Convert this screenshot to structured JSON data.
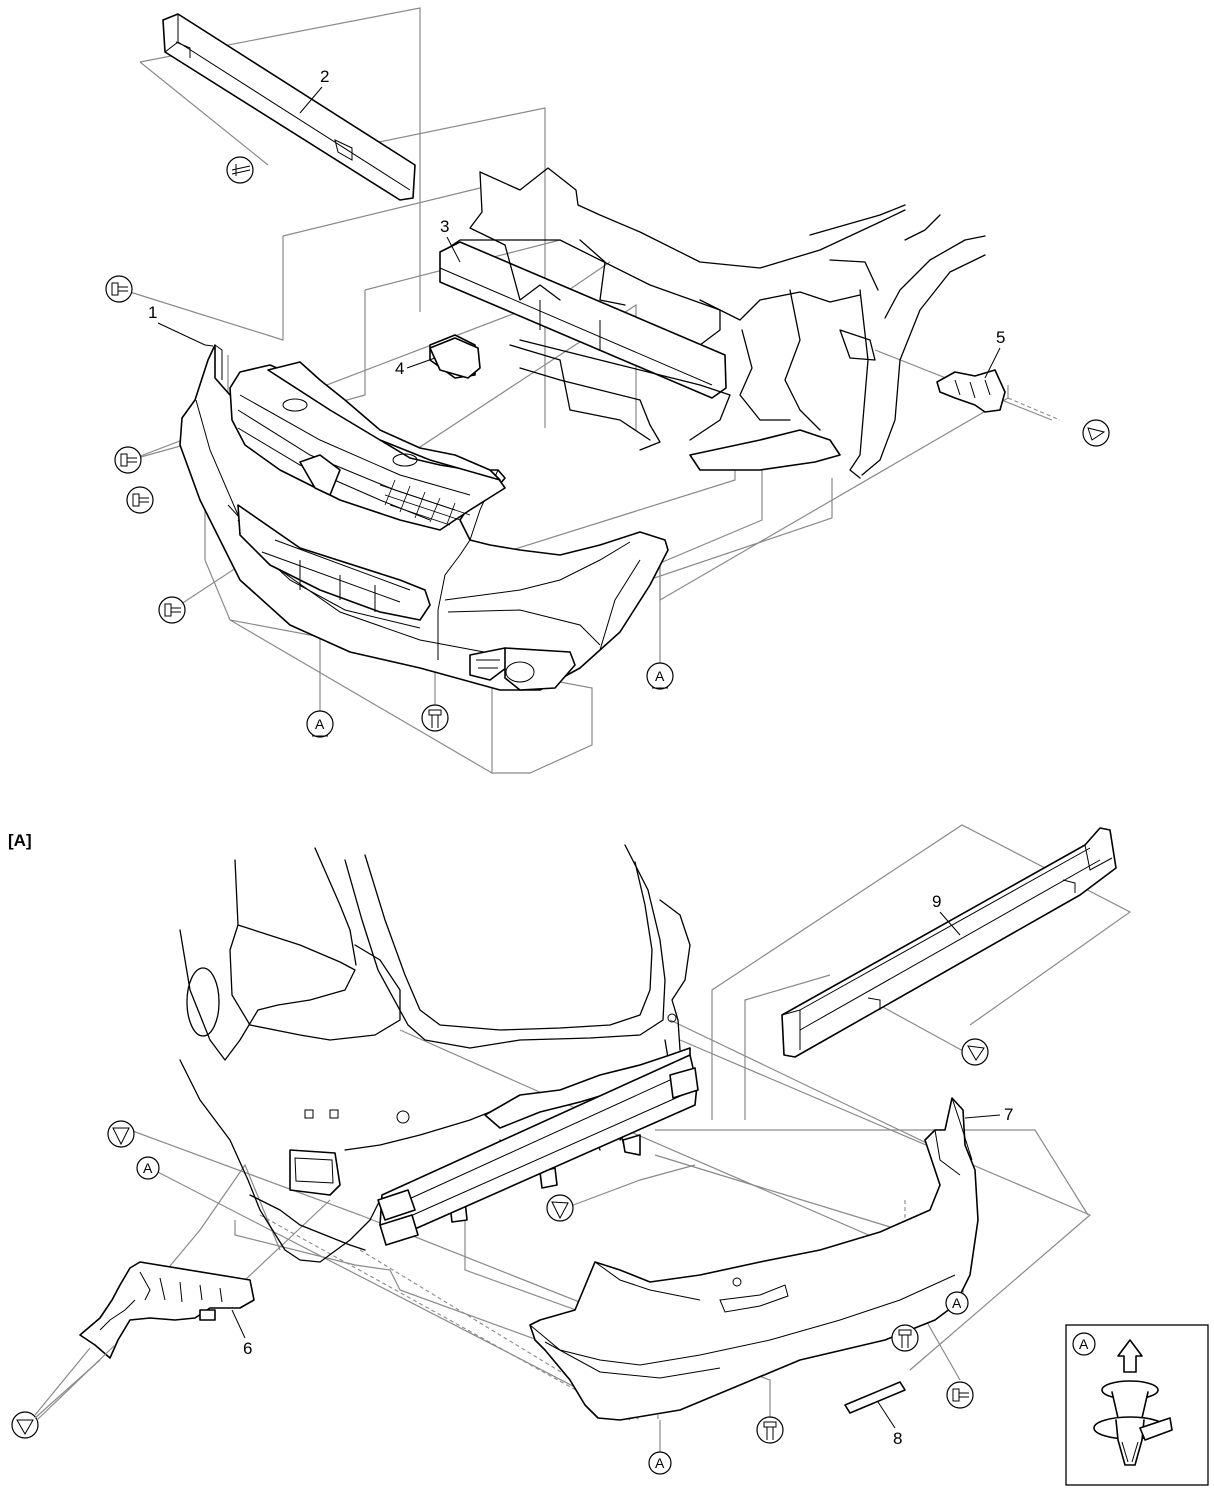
{
  "callouts": {
    "c1": "1",
    "c2": "2",
    "c3": "3",
    "c4": "4",
    "c5": "5",
    "c6": "6",
    "c7": "7",
    "c8": "8",
    "c9": "9"
  },
  "section_label": "[A]",
  "clip_symbol": "A",
  "legend_symbol": "A",
  "icons": {
    "screw": "screw-icon",
    "self_tapping_screw": "tapping-screw-icon",
    "push_clip": "clip-icon",
    "bolt": "bolt-icon",
    "direction_arrow": "up-arrow-icon"
  }
}
